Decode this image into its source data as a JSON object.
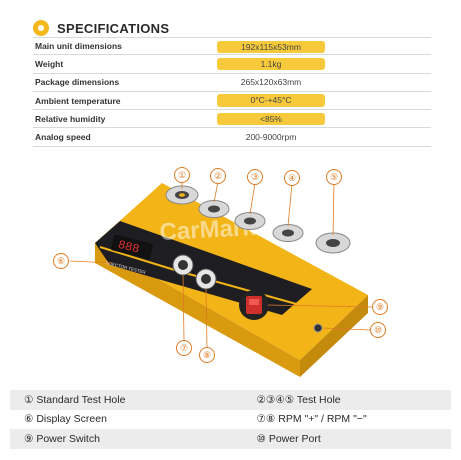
{
  "specifications": {
    "title": "SPECIFICATIONS",
    "rows": [
      {
        "label": "Main unit dimensions",
        "value": "192x115x53mm",
        "highlight": true
      },
      {
        "label": "Weight",
        "value": "1.1kg",
        "highlight": true
      },
      {
        "label": "Package dimensions",
        "value": "265x120x63mm",
        "highlight": false
      },
      {
        "label": "Ambient temperature",
        "value": "0°C-+45°C",
        "highlight": true
      },
      {
        "label": "Relative humidity",
        "value": "<85%",
        "highlight": true
      },
      {
        "label": "Analog speed",
        "value": "200-9000rpm",
        "highlight": false
      }
    ]
  },
  "device": {
    "watermark": "CarMarket",
    "display_reading": "888",
    "model_label": "INJECTOR TESTER",
    "callouts": [
      "①",
      "②",
      "③",
      "④",
      "⑤",
      "⑥",
      "⑦",
      "⑧",
      "⑨",
      "⑩"
    ],
    "colors": {
      "body": "#f2b417",
      "panel": "#1e1e22",
      "accent": "#e07b24",
      "switch": "#d0302c"
    }
  },
  "legend": {
    "rows": [
      {
        "left": "① Standard Test Hole",
        "right": "②③④⑤ Test Hole"
      },
      {
        "left": "⑥ Display Screen",
        "right": "⑦⑧ RPM \"+\" / RPM \"−\""
      },
      {
        "left": "⑨ Power Switch",
        "right": "⑩ Power Port"
      }
    ]
  }
}
